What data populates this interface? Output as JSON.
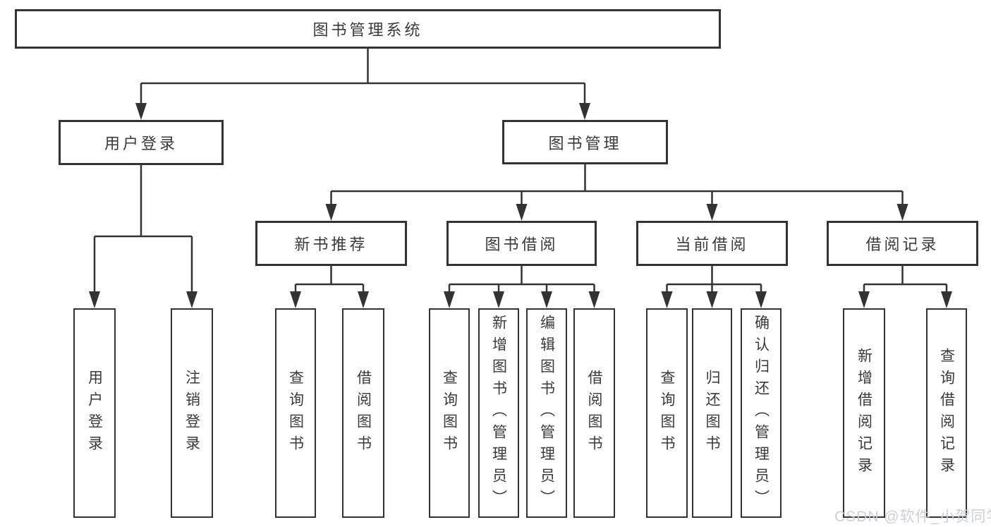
{
  "diagram": {
    "root": {
      "label": "图书管理系统",
      "children": [
        {
          "label": "用户登录",
          "children": [
            {
              "label": "用户登录"
            },
            {
              "label": "注销登录"
            }
          ]
        },
        {
          "label": "图书管理",
          "children": [
            {
              "label": "新书推荐",
              "children": [
                {
                  "label": "查询图书"
                },
                {
                  "label": "借阅图书"
                }
              ]
            },
            {
              "label": "图书借阅",
              "children": [
                {
                  "label": "查询图书"
                },
                {
                  "label": "新增图书（管理员）"
                },
                {
                  "label": "编辑图书（管理员）"
                },
                {
                  "label": "借阅图书"
                }
              ]
            },
            {
              "label": "当前借阅",
              "children": [
                {
                  "label": "查询图书"
                },
                {
                  "label": "归还图书"
                },
                {
                  "label": "确认归还（管理员）"
                }
              ]
            },
            {
              "label": "借阅记录",
              "children": [
                {
                  "label": "新增借阅记录"
                },
                {
                  "label": "查询借阅记录"
                }
              ]
            }
          ]
        }
      ]
    }
  },
  "watermark": {
    "text": "CSDN @软件_小贺同学"
  },
  "colors": {
    "line": "#333333",
    "box_border": "#333333",
    "text": "#3a3a3a",
    "background": "#ffffff",
    "watermark": "#c9cdd6"
  }
}
